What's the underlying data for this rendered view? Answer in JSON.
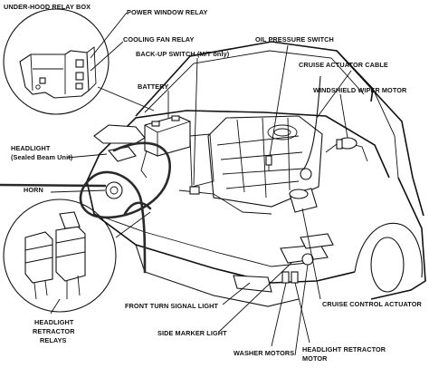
{
  "labels": {
    "under_hood_relay_box": "UNDER-HOOD RELAY BOX",
    "power_window_relay": "POWER WINDOW RELAY",
    "cooling_fan_relay": "COOLING FAN RELAY",
    "backup_switch": "BACK-UP SWITCH (M/T only)",
    "oil_pressure_switch": "OIL PRESSURE SWITCH",
    "cruise_actuator_cable": "CRUISE ACTUATOR CABLE",
    "battery": "BATTERY",
    "windshield_wiper_motor": "WINDSHIELD WIPER MOTOR",
    "headlight_line1": "HEADLIGHT",
    "headlight_line2": "(Sealed Beam Unit)",
    "horn": "HORN",
    "headlight_retractor_relays_line1": "HEADLIGHT",
    "headlight_retractor_relays_line2": "RETRACTOR",
    "headlight_retractor_relays_line3": "RELAYS",
    "front_turn_signal_light": "FRONT TURN SIGNAL LIGHT",
    "side_marker_light": "SIDE MARKER LIGHT",
    "cruise_control_actuator": "CRUISE CONTROL ACTUATOR",
    "washer_motors": "WASHER MOTORS",
    "headlight_retractor_motor_line1": "HEADLIGHT RETRACTOR",
    "headlight_retractor_motor_line2": "MOTOR"
  }
}
